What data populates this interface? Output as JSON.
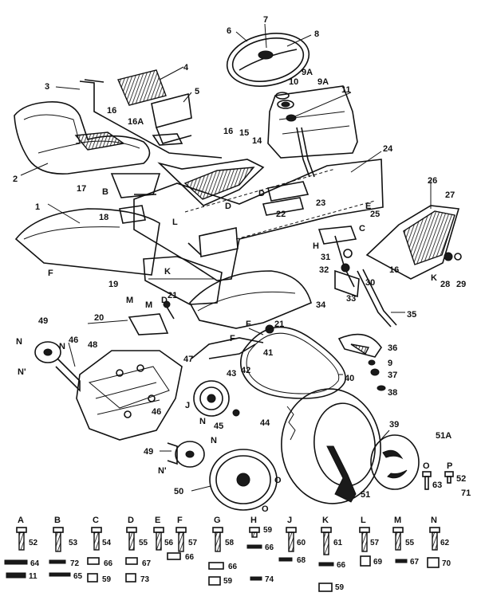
{
  "callouts": [
    {
      "id": "c1",
      "text": "1"
    },
    {
      "id": "c2",
      "text": "2"
    },
    {
      "id": "c3",
      "text": "3"
    },
    {
      "id": "c4",
      "text": "4"
    },
    {
      "id": "c5",
      "text": "5"
    },
    {
      "id": "c6",
      "text": "6"
    },
    {
      "id": "c7",
      "text": "7"
    },
    {
      "id": "c8",
      "text": "8"
    },
    {
      "id": "c9a1",
      "text": "9A"
    },
    {
      "id": "c10",
      "text": "10"
    },
    {
      "id": "c9a2",
      "text": "9A"
    },
    {
      "id": "c11",
      "text": "11"
    },
    {
      "id": "c16a",
      "text": "16"
    },
    {
      "id": "c16A",
      "text": "16A"
    },
    {
      "id": "c16b",
      "text": "16"
    },
    {
      "id": "c15",
      "text": "15"
    },
    {
      "id": "c14",
      "text": "14"
    },
    {
      "id": "c17",
      "text": "17"
    },
    {
      "id": "cB1",
      "text": "B"
    },
    {
      "id": "c18",
      "text": "18"
    },
    {
      "id": "cL1",
      "text": "L"
    },
    {
      "id": "cF1",
      "text": "F"
    },
    {
      "id": "c19",
      "text": "19"
    },
    {
      "id": "cK1",
      "text": "K"
    },
    {
      "id": "c21a",
      "text": "21"
    },
    {
      "id": "cD1",
      "text": "D"
    },
    {
      "id": "cD2",
      "text": "D"
    },
    {
      "id": "c22",
      "text": "22"
    },
    {
      "id": "c23",
      "text": "23"
    },
    {
      "id": "c24",
      "text": "24"
    },
    {
      "id": "cE1",
      "text": "E"
    },
    {
      "id": "c25",
      "text": "25"
    },
    {
      "id": "cC1",
      "text": "C"
    },
    {
      "id": "cH1",
      "text": "H"
    },
    {
      "id": "c31",
      "text": "31"
    },
    {
      "id": "c32",
      "text": "32"
    },
    {
      "id": "c16c",
      "text": "16"
    },
    {
      "id": "c26",
      "text": "26"
    },
    {
      "id": "c27",
      "text": "27"
    },
    {
      "id": "cK2",
      "text": "K"
    },
    {
      "id": "c28",
      "text": "28"
    },
    {
      "id": "c29",
      "text": "29"
    },
    {
      "id": "c30",
      "text": "30"
    },
    {
      "id": "c33",
      "text": "33"
    },
    {
      "id": "c34",
      "text": "34"
    },
    {
      "id": "c35",
      "text": "35"
    },
    {
      "id": "cM1",
      "text": "M"
    },
    {
      "id": "cM2",
      "text": "M"
    },
    {
      "id": "cD3",
      "text": "D"
    },
    {
      "id": "c20",
      "text": "20"
    },
    {
      "id": "c21b",
      "text": "21"
    },
    {
      "id": "cF2",
      "text": "F"
    },
    {
      "id": "cF3",
      "text": "F"
    },
    {
      "id": "c41",
      "text": "41"
    },
    {
      "id": "c36",
      "text": "36"
    },
    {
      "id": "c9",
      "text": "9"
    },
    {
      "id": "c37",
      "text": "37"
    },
    {
      "id": "c38",
      "text": "38"
    },
    {
      "id": "c49a",
      "text": "49"
    },
    {
      "id": "cN1",
      "text": "N"
    },
    {
      "id": "cN2",
      "text": "N"
    },
    {
      "id": "cN3",
      "text": "N'"
    },
    {
      "id": "c46a",
      "text": "46"
    },
    {
      "id": "c48",
      "text": "48"
    },
    {
      "id": "c47",
      "text": "47"
    },
    {
      "id": "c43",
      "text": "43"
    },
    {
      "id": "c42",
      "text": "42"
    },
    {
      "id": "c40",
      "text": "40"
    },
    {
      "id": "c44",
      "text": "44"
    },
    {
      "id": "cJ1",
      "text": "J"
    },
    {
      "id": "cN4",
      "text": "N"
    },
    {
      "id": "c46b",
      "text": "46"
    },
    {
      "id": "c45",
      "text": "45"
    },
    {
      "id": "c49b",
      "text": "49"
    },
    {
      "id": "cN5",
      "text": "N"
    },
    {
      "id": "cN6",
      "text": "N'"
    },
    {
      "id": "c39",
      "text": "39"
    },
    {
      "id": "c51A",
      "text": "51A"
    },
    {
      "id": "c50",
      "text": "50"
    },
    {
      "id": "cO1",
      "text": "O"
    },
    {
      "id": "cO2",
      "text": "O"
    },
    {
      "id": "c51",
      "text": "51"
    },
    {
      "id": "cO3",
      "text": "O"
    },
    {
      "id": "cP1",
      "text": "P"
    },
    {
      "id": "c63",
      "text": "63"
    },
    {
      "id": "c52b",
      "text": "52"
    },
    {
      "id": "c71",
      "text": "71"
    }
  ],
  "hardware": [
    {
      "letter": "A",
      "num": "52"
    },
    {
      "letter": "B",
      "num": "53"
    },
    {
      "letter": "C",
      "num": "54"
    },
    {
      "letter": "D",
      "num": "55"
    },
    {
      "letter": "E",
      "num": "56"
    },
    {
      "letter": "F",
      "num": "57"
    },
    {
      "letter": "G",
      "num": "58"
    },
    {
      "letter": "H",
      "num": "59"
    },
    {
      "letter": "J",
      "num": "60"
    },
    {
      "letter": "K",
      "num": "61"
    },
    {
      "letter": "L",
      "num": "57"
    },
    {
      "letter": "M",
      "num": "55"
    },
    {
      "letter": "N",
      "num": "62"
    }
  ],
  "hardware_extra": [
    {
      "id": "e64",
      "text": "64"
    },
    {
      "id": "e72",
      "text": "72"
    },
    {
      "id": "e66a",
      "text": "66"
    },
    {
      "id": "e67a",
      "text": "67"
    },
    {
      "id": "e66b",
      "text": "66"
    },
    {
      "id": "e66c",
      "text": "66"
    },
    {
      "id": "e66d",
      "text": "66"
    },
    {
      "id": "e68",
      "text": "68"
    },
    {
      "id": "e66e",
      "text": "66"
    },
    {
      "id": "e69",
      "text": "69"
    },
    {
      "id": "e67b",
      "text": "67"
    },
    {
      "id": "e70",
      "text": "70"
    },
    {
      "id": "e11",
      "text": "11"
    },
    {
      "id": "e65",
      "text": "65"
    },
    {
      "id": "e59a",
      "text": "59"
    },
    {
      "id": "e73",
      "text": "73"
    },
    {
      "id": "e59b",
      "text": "59"
    },
    {
      "id": "e74",
      "text": "74"
    },
    {
      "id": "e59c",
      "text": "59"
    }
  ]
}
